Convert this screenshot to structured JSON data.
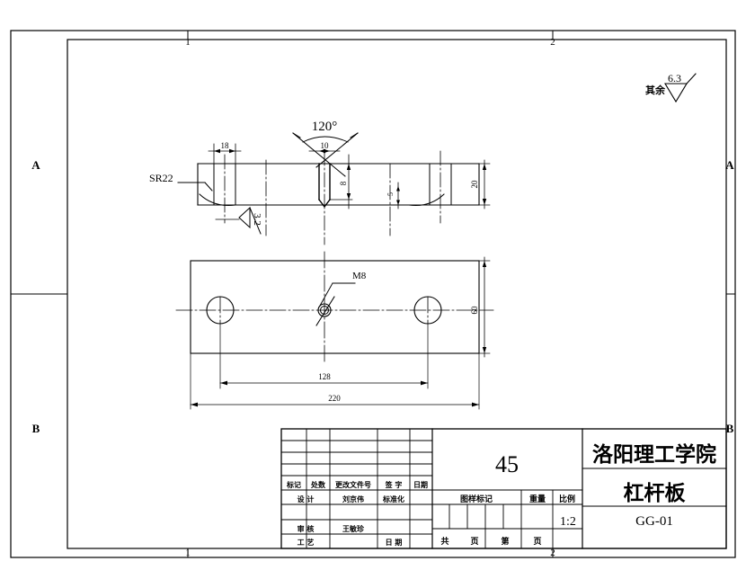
{
  "drawing": {
    "sheet": {
      "zone_letters_left": [
        "A",
        "B"
      ],
      "zone_letters_right": [
        "A",
        "B"
      ],
      "zone_numbers_top": [
        "1",
        "2"
      ],
      "zone_numbers_bottom": [
        "1",
        "2"
      ]
    },
    "general_note": {
      "label": "其余",
      "roughness": "6.3"
    },
    "front_view": {
      "radius_note": "SR22",
      "angle_note": "120°",
      "dim_left_width": "18",
      "dim_hole_width": "10",
      "dim_hole_depth": "8",
      "dim_thickness": "20",
      "dim_small_step": "5",
      "roughness_local": "3.2"
    },
    "top_view": {
      "thread_note": "M8",
      "dim_hole_spacing": "128",
      "dim_total_length": "220",
      "dim_width": "60"
    },
    "title_block": {
      "material": "45",
      "scale_label": "比例",
      "scale_value": "1:2",
      "weight_label": "重量",
      "mark_label": "图样标记",
      "sheet_total_label": "共",
      "sheet_page_unit": "页",
      "sheet_no_label": "第",
      "sheet_no_unit": "页",
      "institute": "洛阳理工学院",
      "part_name": "杠杆板",
      "drawing_number": "GG-01",
      "revision_headers": [
        "标记",
        "处数",
        "更改文件号",
        "签 字",
        "日期"
      ],
      "rows": [
        {
          "role": "设 计",
          "name": "刘京伟",
          "role2": "标准化",
          "name2": ""
        },
        {
          "role": "",
          "name": "",
          "role2": "",
          "name2": ""
        },
        {
          "role": "审 核",
          "name": "王敏珍",
          "role2": "",
          "name2": ""
        },
        {
          "role": "工 艺",
          "name": "",
          "role2": "日 期",
          "name2": ""
        }
      ]
    }
  }
}
